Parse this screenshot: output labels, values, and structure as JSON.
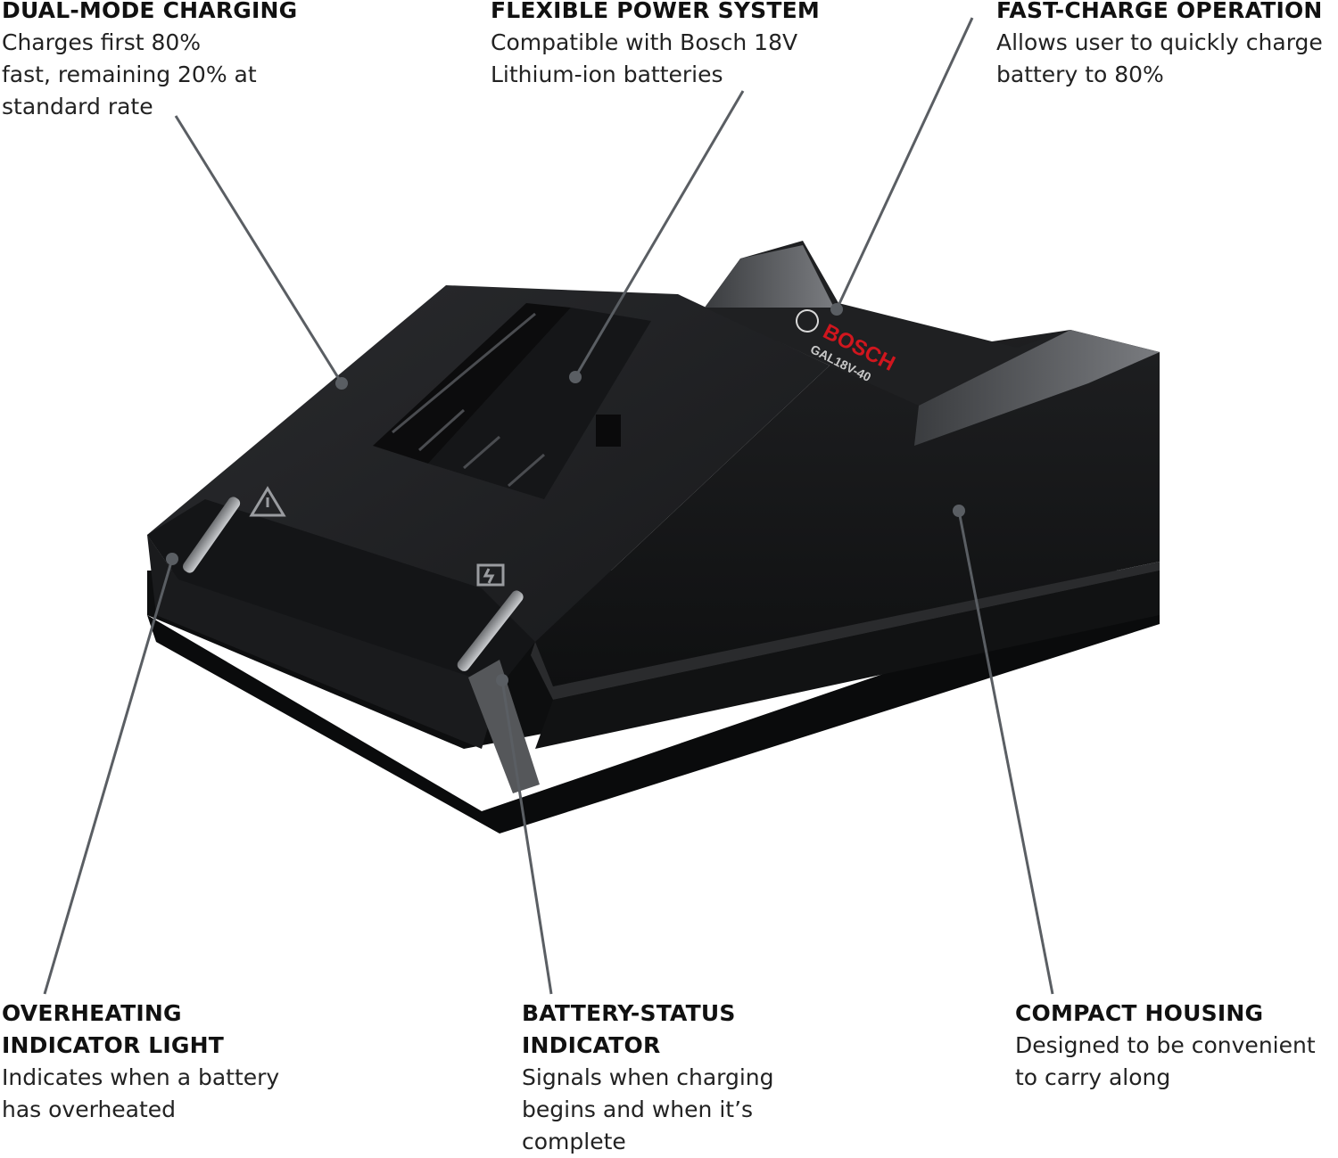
{
  "callouts": {
    "dual_mode": {
      "heading": "DUAL-MODE CHARGING",
      "lines": [
        "Charges first 80%",
        "fast, remaining 20% at",
        "standard rate"
      ]
    },
    "flexible_power": {
      "heading": "FLEXIBLE POWER SYSTEM",
      "lines": [
        "Compatible with Bosch 18V",
        "Lithium-ion batteries"
      ]
    },
    "fast_charge": {
      "heading": "FAST-CHARGE OPERATION",
      "lines": [
        "Allows user to quickly charge",
        "battery to 80%"
      ]
    },
    "overheating": {
      "heading_lines": [
        "OVERHEATING",
        "INDICATOR LIGHT"
      ],
      "lines": [
        "Indicates when a battery",
        "has overheated"
      ]
    },
    "battery_status": {
      "heading_lines": [
        "BATTERY-STATUS",
        "INDICATOR"
      ],
      "lines": [
        "Signals when charging",
        "begins and when it’s",
        "complete"
      ]
    },
    "compact_housing": {
      "heading": "COMPACT HOUSING",
      "lines": [
        "Designed to be convenient",
        "to carry along"
      ]
    }
  },
  "product": {
    "brand": "BOSCH",
    "model": "GAL18V-40",
    "colors": {
      "body": "#1c1d1f",
      "body_dark": "#111213",
      "accent_grey": "#6e7073",
      "brand_red": "#d0161e",
      "leader_line": "#5a5e63"
    },
    "icons": [
      "warning-triangle-icon",
      "battery-charge-icon",
      "bosch-armature-logo"
    ]
  }
}
